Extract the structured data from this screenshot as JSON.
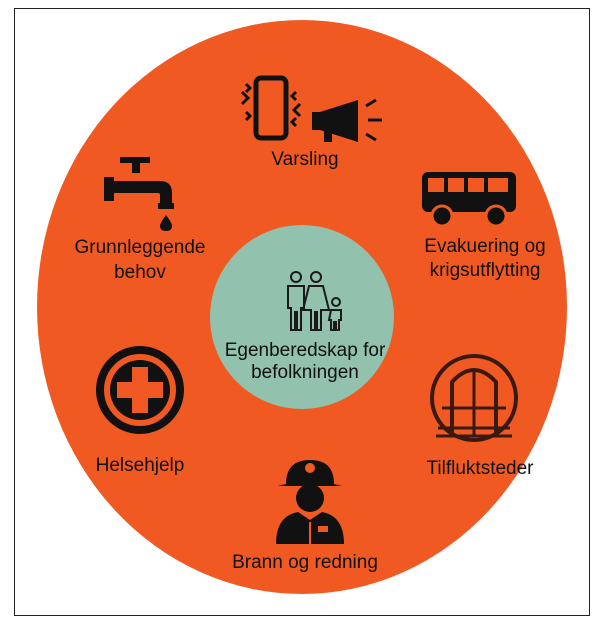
{
  "diagram": {
    "colors": {
      "ring": "#f05a22",
      "center": "#92c1ad",
      "ink": "#111111",
      "frame": "#222222"
    },
    "center": {
      "label_line1": "Egenberedskap for",
      "label_line2": "befolkningen",
      "icon": "family-icon"
    },
    "segments": [
      {
        "id": "varsling",
        "label": "Varsling",
        "icons": [
          "vibrating-phone-icon",
          "megaphone-icon"
        ]
      },
      {
        "id": "evakuering",
        "label_line1": "Evakuering og",
        "label_line2": "krigsutflytting",
        "icon": "bus-icon"
      },
      {
        "id": "tilfluktsteder",
        "label": "Tilfluktsteder",
        "icon": "shelter-door-icon"
      },
      {
        "id": "brann",
        "label": "Brann og redning",
        "icon": "firefighter-icon"
      },
      {
        "id": "helse",
        "label": "Helsehjelp",
        "icon": "medical-cross-icon"
      },
      {
        "id": "behov",
        "label_line1": "Grunnleggende",
        "label_line2": "behov",
        "icon": "water-tap-icon"
      }
    ]
  }
}
